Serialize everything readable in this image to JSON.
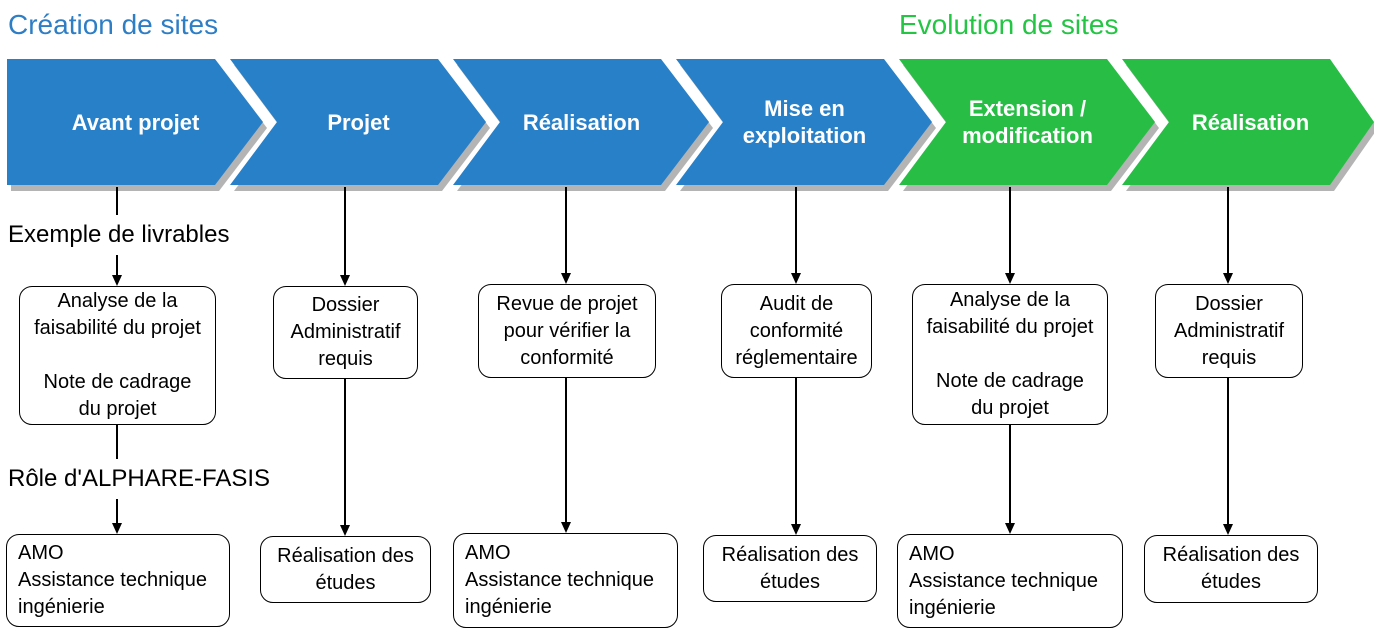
{
  "sections": [
    {
      "title": "Création de sites",
      "color": "#2e7ec6"
    },
    {
      "title": "Evolution de sites",
      "color": "#24c445"
    }
  ],
  "steps": [
    {
      "label": "Avant projet",
      "color": "#2880c8"
    },
    {
      "label": "Projet",
      "color": "#2880c8"
    },
    {
      "label": "Réalisation",
      "color": "#2880c8"
    },
    {
      "label": "Mise en\nexploitation",
      "color": "#2880c8"
    },
    {
      "label": "Extension /\nmodification",
      "color": "#28be46"
    },
    {
      "label": "Réalisation",
      "color": "#28be46"
    }
  ],
  "row_labels": {
    "deliverables": "Exemple de livrables",
    "role": "Rôle d'ALPHARE-FASIS"
  },
  "deliverables": [
    "Analyse de la\nfaisabilité du projet\n\nNote de cadrage\ndu projet",
    "Dossier\nAdministratif\nrequis",
    "Revue de projet\npour vérifier la\nconformité",
    "Audit de\nconformité\nréglementaire",
    "Analyse de la\nfaisabilité du projet\n\nNote de cadrage\ndu projet",
    "Dossier\nAdministratif\nrequis"
  ],
  "roles": [
    "AMO\nAssistance technique\ningénierie",
    "Réalisation des\nétudes",
    "AMO\nAssistance technique\ningénierie",
    "Réalisation des\nétudes",
    "AMO\nAssistance technique\ningénierie",
    "Réalisation des\nétudes"
  ],
  "colors": {
    "blue": "#2880c8",
    "green": "#28be46",
    "shadow": "#b4b4b4"
  }
}
